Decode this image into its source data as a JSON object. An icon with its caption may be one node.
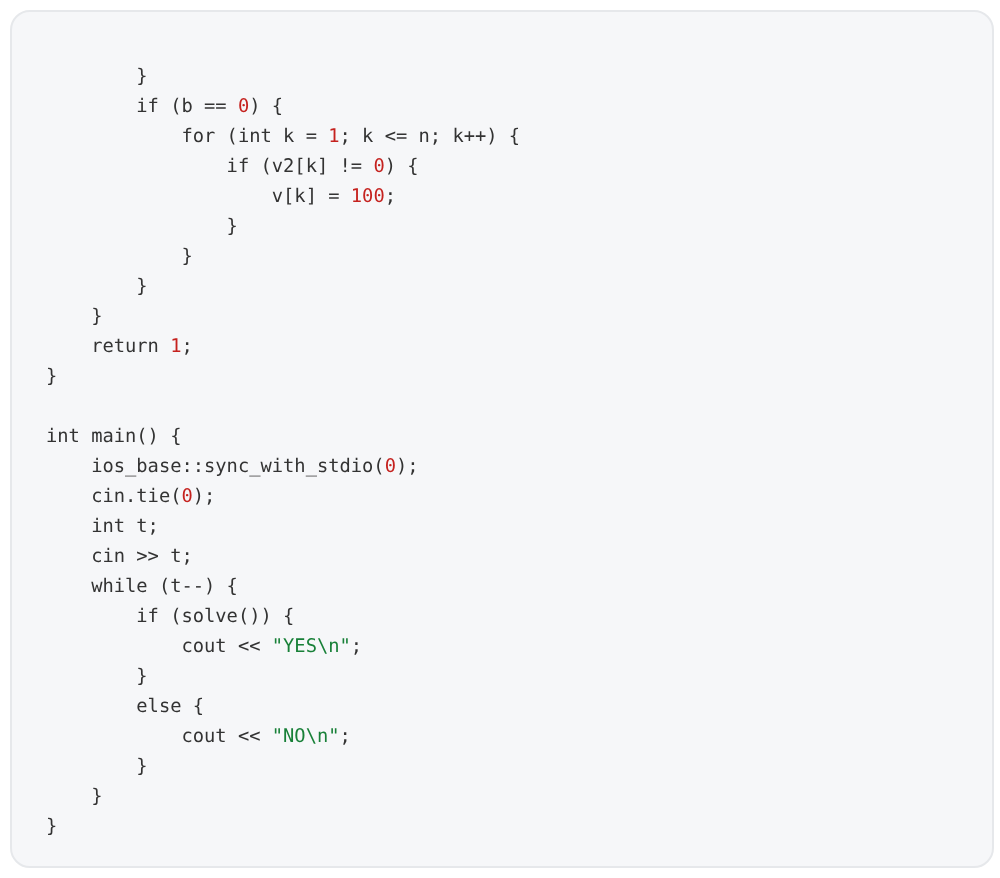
{
  "diagram": {
    "labels": [
      "        }",
      "        if (b == 0) {",
      "            for (int k = 1; k <= n; k++) {",
      "                if (v2[k] != 0) {",
      "                    v[k] = 100;",
      "                }",
      "            }",
      "        }",
      "    }",
      "    return 1;",
      "}",
      "int main() {",
      "    ios_base::sync_with_stdio(0);",
      "    cin.tie(0);",
      "    int t;",
      "    cin >> t;",
      "    while (t--) {",
      "        if (solve()) {",
      "            cout << \"YES\\n\";",
      "        }",
      "        else {",
      "            cout << \"NO\\n\";",
      "        }",
      "    }",
      "}"
    ]
  }
}
